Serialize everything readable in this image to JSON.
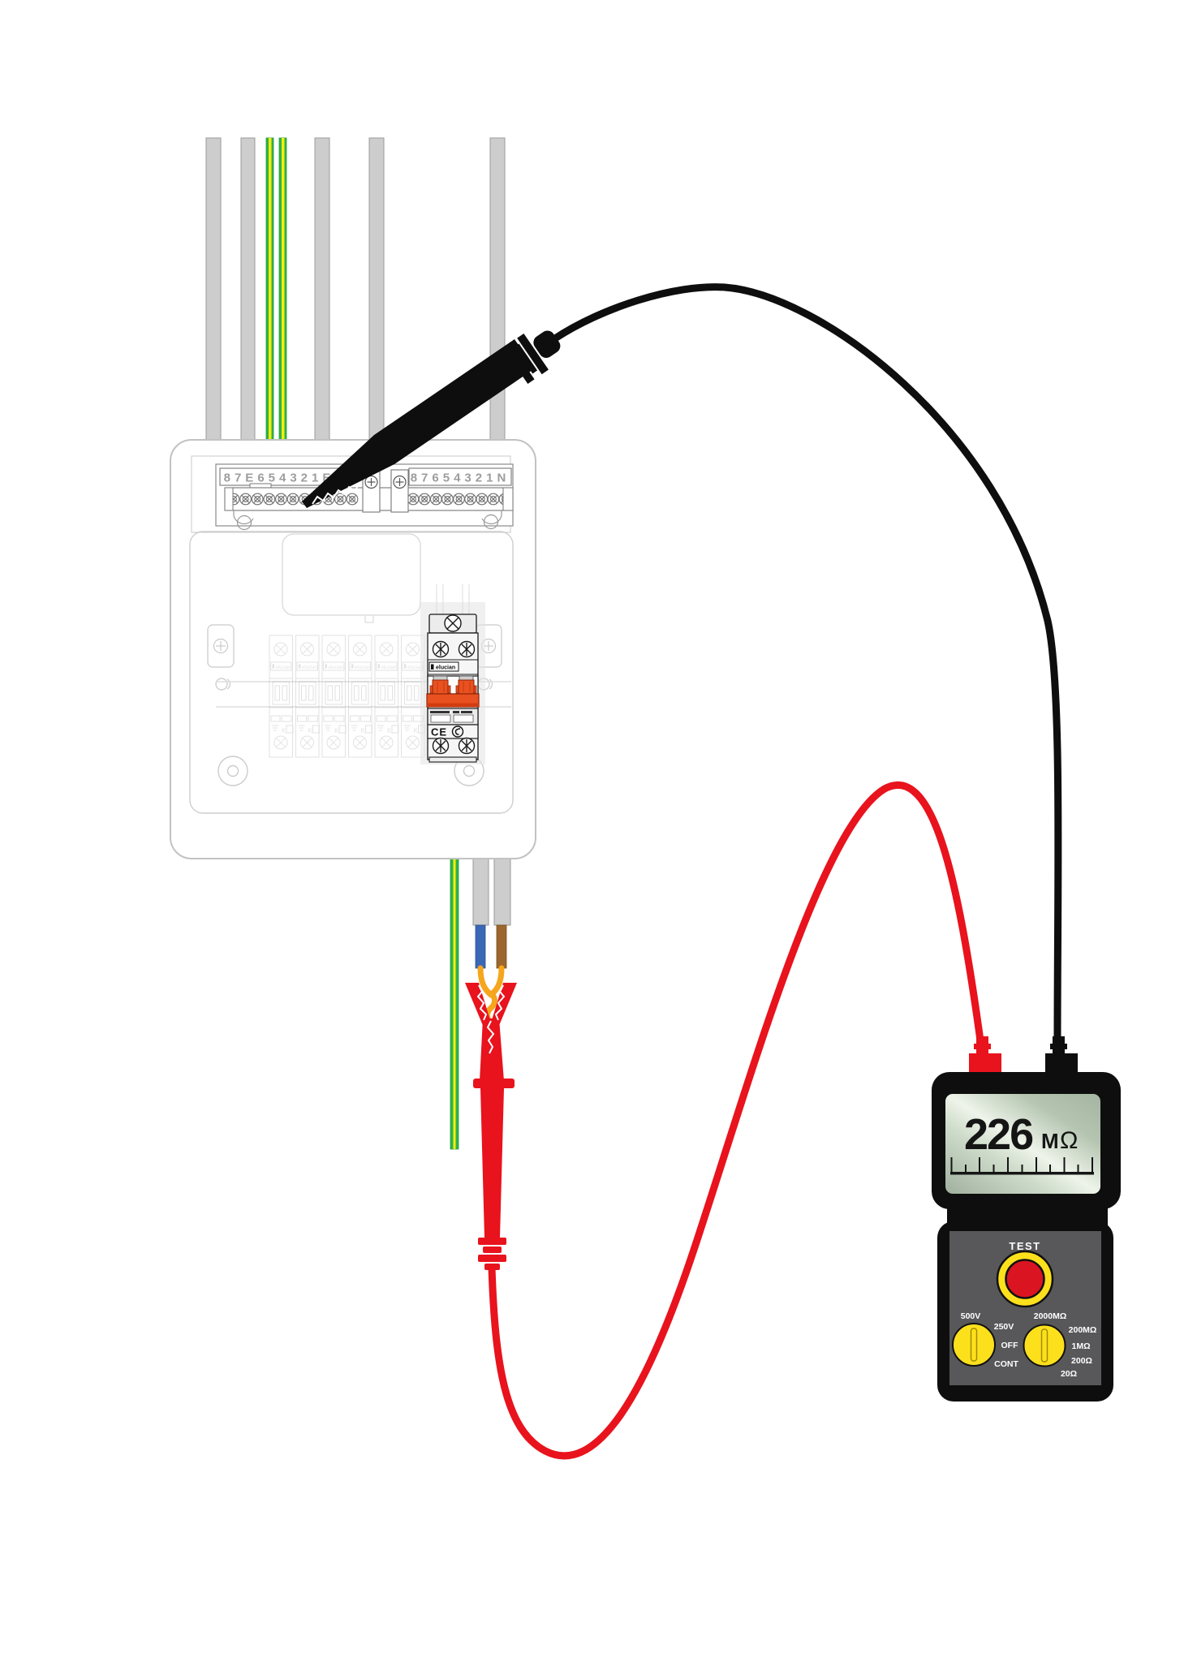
{
  "consumer_unit": {
    "earth_bar_label": "87E654321E",
    "neutral_bar_label": "87654321N",
    "main_switch_brand": "elucian",
    "breaker_brand": "elucian",
    "ce_mark": "CE"
  },
  "meter": {
    "display_value": "226",
    "display_unit_m": "M",
    "display_unit_ohm": "Ω",
    "test_button_label": "TEST",
    "voltage_knob_labels": [
      "500V",
      "250V",
      "OFF",
      "CONT"
    ],
    "range_knob_labels": [
      "2000MΩ",
      "200MΩ",
      "1MΩ",
      "200Ω",
      "20Ω"
    ]
  },
  "palette": {
    "meter_body": "#0e0e0e",
    "meter_panel": "#58585a",
    "knob_yellow": "#fde01c",
    "button_red": "#da1420",
    "lead_red": "#e8131d",
    "lead_black": "#0e0e0e",
    "switch_orange": "#ea5120",
    "earth_green": "#2eb34b",
    "earth_yellow": "#f5ee0a",
    "neutral_blue": "#3a68b5",
    "live_brown": "#9b672e",
    "bare_copper_orange": "#f6a61c",
    "cable_grey": "#cdcdcd"
  }
}
